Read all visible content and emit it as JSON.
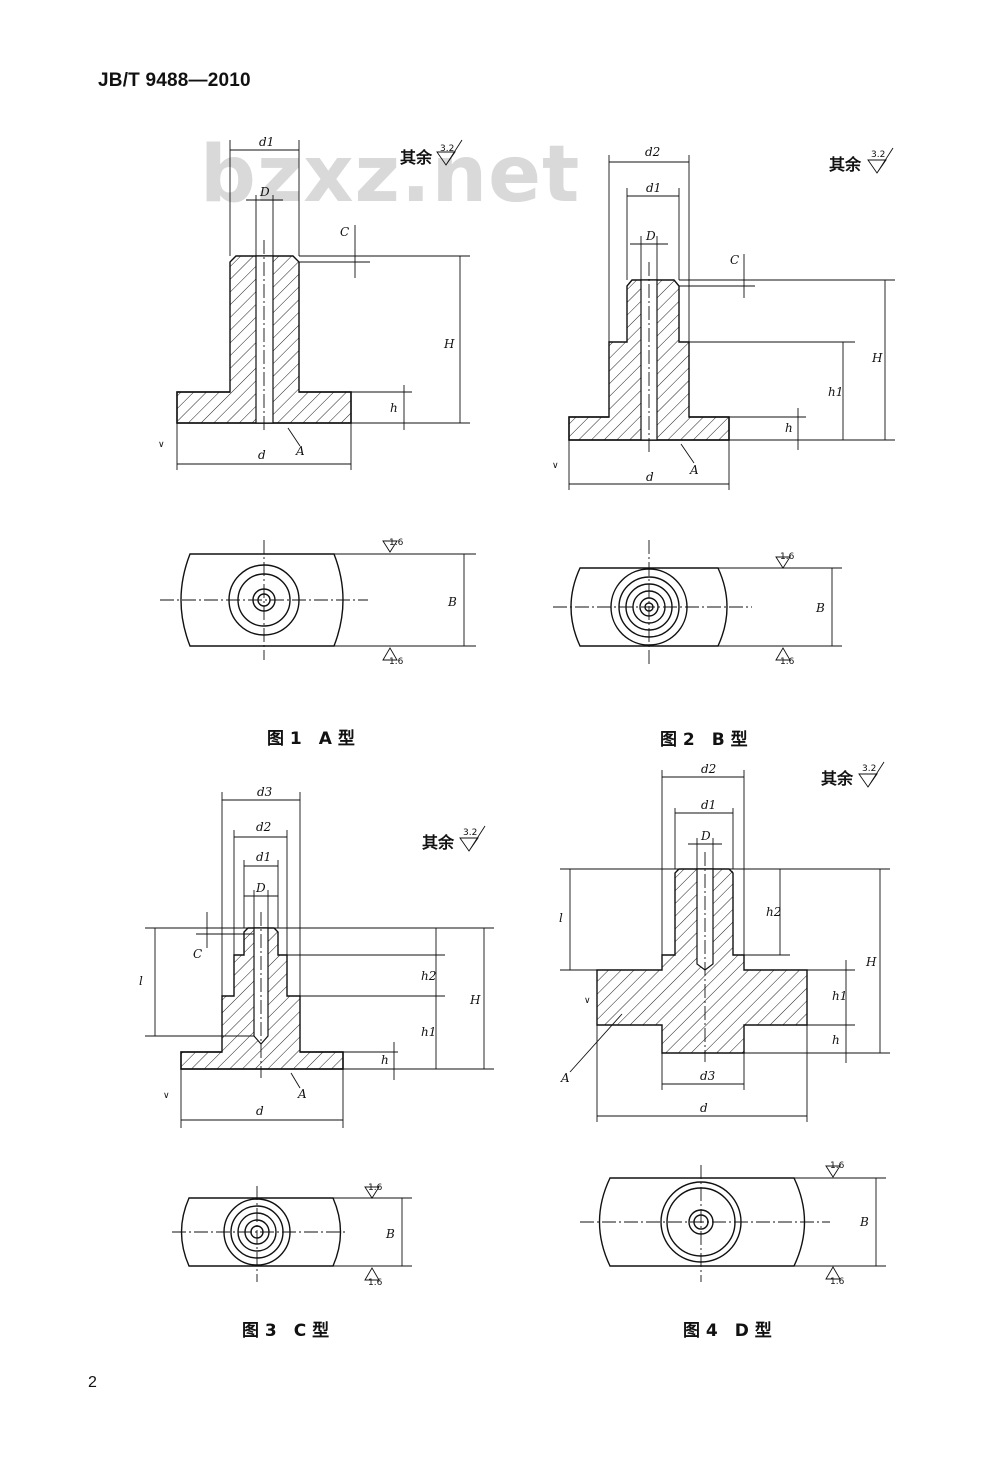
{
  "header": {
    "standard_no": "JB/T 9488—2010"
  },
  "watermark": "bzxz.net",
  "page_number": "2",
  "figures": [
    {
      "caption": "图 1　A 型"
    },
    {
      "caption": "图 2　B 型"
    },
    {
      "caption": "图 3　C 型"
    },
    {
      "caption": "图 4　D 型"
    }
  ],
  "roughness": {
    "rest_label": "其余",
    "rest_value": "3.2",
    "face_value": "1.6"
  },
  "dims": {
    "d": "d",
    "d1": "d1",
    "d2": "d2",
    "d3": "d3",
    "D": "D",
    "C": "C",
    "H": "H",
    "h": "h",
    "h1": "h1",
    "h2": "h2",
    "l": "l",
    "A": "A",
    "B": "B"
  }
}
